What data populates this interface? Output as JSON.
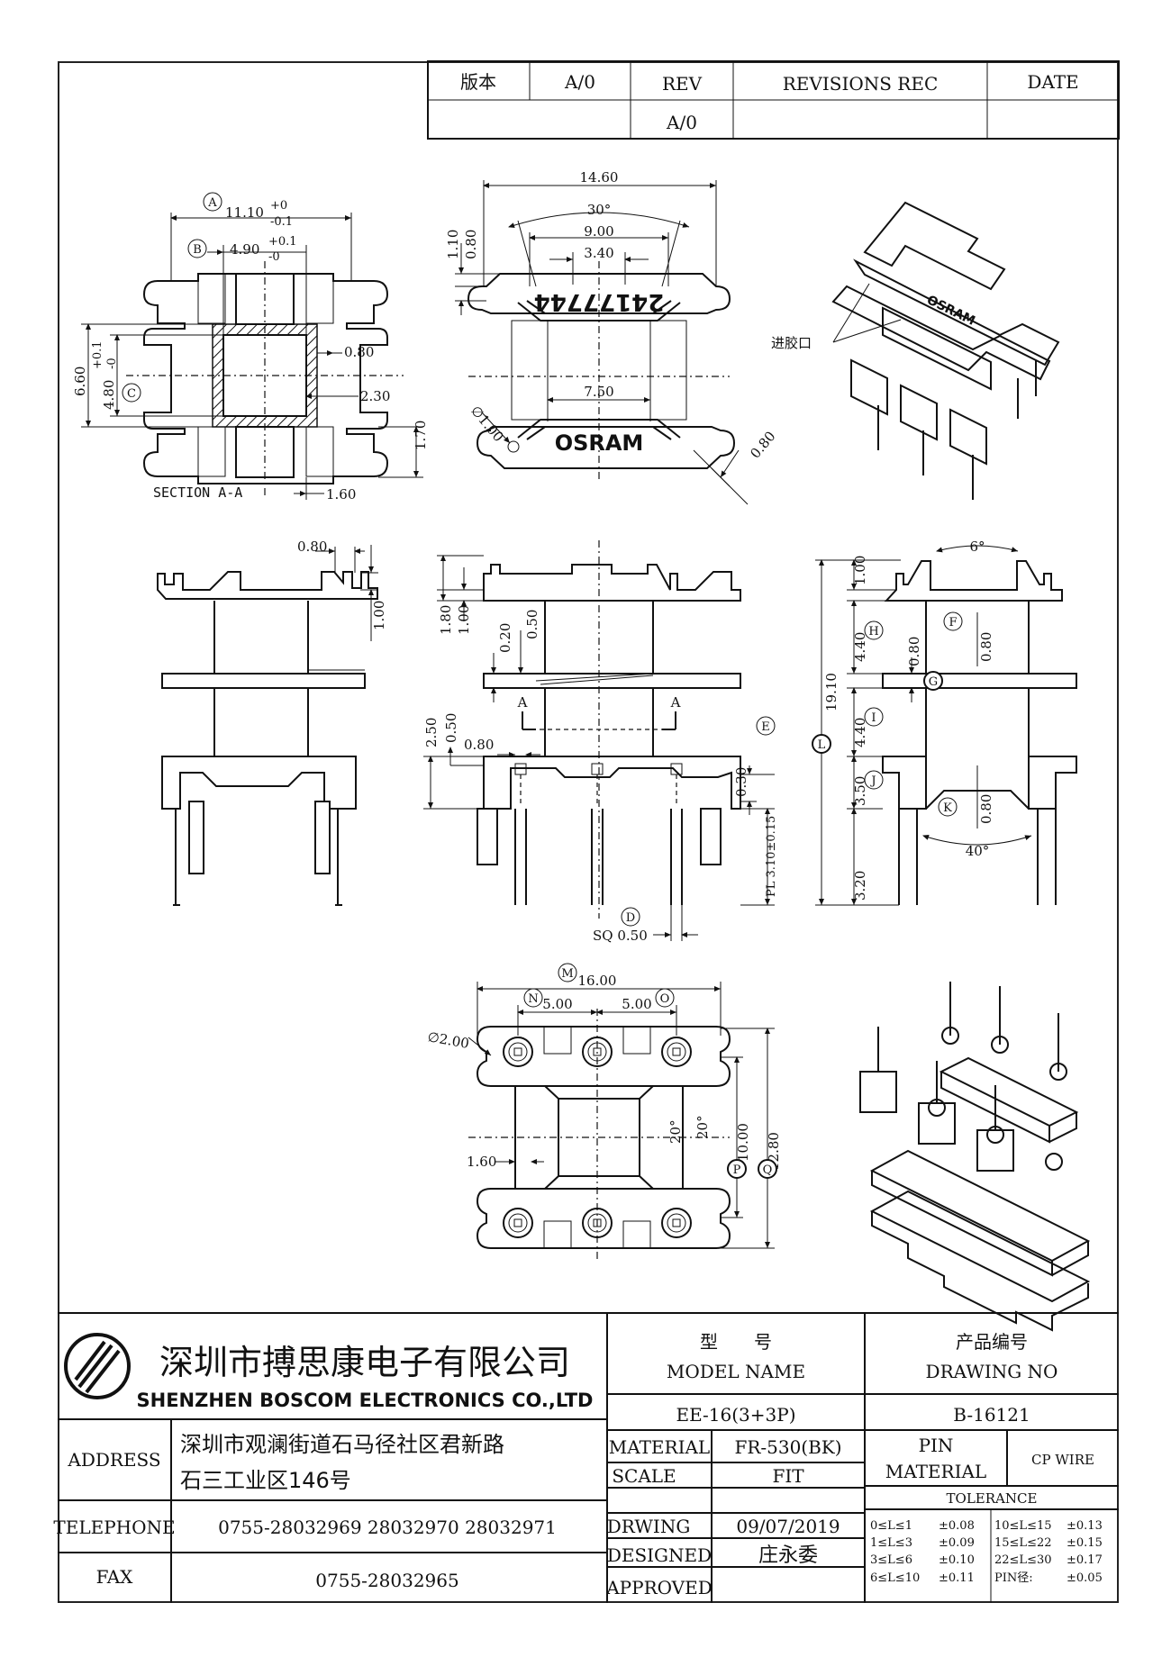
{
  "revision_block": {
    "version_label": "版本",
    "version_value": "A/0",
    "rev_label": "REV",
    "revisions_label": "REVISIONS REC",
    "date_label": "DATE",
    "rev_value": "A/0"
  },
  "views": {
    "section": {
      "label": "SECTION A-A",
      "dims": {
        "a": "11.10",
        "a_tol_top": "+0",
        "a_tol_bot": "-0.1",
        "b": "4.90",
        "b_tol_top": "+0.1",
        "b_tol_bot": "-0",
        "c": "4.80",
        "c_tol_top": "+0.1",
        "c_tol_bot": "-0",
        "w": "6.60",
        "wall": "0.80",
        "side": "2.30",
        "h": "1.70",
        "flange": "1.60"
      },
      "markers": {
        "a": "A",
        "b": "B",
        "c": "C"
      }
    },
    "top": {
      "dims": {
        "width": "14.60",
        "angle": "30°",
        "inner": "9.00",
        "slot": "3.40",
        "t1": "1.10",
        "t2": "0.80",
        "pin": "7.50",
        "hole": "∅1.00",
        "edge": "0.80"
      },
      "code": "24177744",
      "brand": "OSRAM"
    },
    "iso_top": {
      "callout": "进胶口"
    },
    "side_left": {
      "dims": {
        "top": "0.80",
        "step": "1.00"
      }
    },
    "front": {
      "dims": {
        "d1": "1.80",
        "d2": "1.00",
        "d3": "0.20",
        "d4": "0.50",
        "d5": "2.50",
        "d6": "0.50",
        "d7": "0.80",
        "pl": "PL 3.10±0.15",
        "d8": "0.30",
        "sq": "SQ 0.50"
      },
      "section_mark": "A",
      "markers": {
        "d": "D",
        "e": "E"
      }
    },
    "side_right": {
      "dims": {
        "angle_top": "6°",
        "top": "1.00",
        "f": "0.80",
        "g": "0.80",
        "h1": "4.40",
        "h2": "4.40",
        "total": "19.10",
        "h3": "3.50",
        "k": "0.80",
        "angle_bot": "40°",
        "pin": "3.20"
      },
      "markers": {
        "f": "F",
        "g": "G",
        "h": "H",
        "i": "I",
        "j": "J",
        "k": "K",
        "l": "L"
      }
    },
    "bottom": {
      "dims": {
        "width": "16.00",
        "pitch1": "5.00",
        "pitch2": "5.00",
        "hole": "∅2.00",
        "flange": "1.60",
        "ang1": "20°",
        "ang2": "20°",
        "d10": "10.00",
        "d12": "12.80"
      },
      "markers": {
        "m": "M",
        "n": "N",
        "o": "O",
        "p": "P",
        "q": "Q"
      }
    }
  },
  "title_block": {
    "company_cn": "深圳市搏思康电子有限公司",
    "company_en": "SHENZHEN BOSCOM ELECTRONICS CO.,LTD",
    "model_cn": "型　　号",
    "model_en": "MODEL NAME",
    "drawing_cn": "产品编号",
    "drawing_en": "DRAWING NO",
    "model_value": "EE-16(3+3P)",
    "drawing_value": "B-16121",
    "address_label": "ADDRESS",
    "address_line1": "深圳市观澜街道石马径社区君新路",
    "address_line2": "石三工业区146号",
    "telephone_label": "TELEPHONE",
    "telephone_value": "0755-28032969 28032970 28032971",
    "fax_label": "FAX",
    "fax_value": "0755-28032965",
    "material_label": "MATERIAL",
    "material_value": "FR-530(BK)",
    "scale_label": "SCALE",
    "scale_value": "FIT",
    "drawing_label": "DRWING",
    "drawing_date": "09/07/2019",
    "designed_label": "DESIGNED",
    "designed_value": "庄永委",
    "approved_label": "APPROVED",
    "approved_value": "",
    "pin_material_label1": "PIN",
    "pin_material_label2": "MATERIAL",
    "pin_material_value": "CP WIRE",
    "tolerance_label": "TOLERANCE",
    "tolerances": [
      [
        "0≤L≤1",
        "±0.08"
      ],
      [
        "1≤L≤3",
        "±0.09"
      ],
      [
        "3≤L≤6",
        "±0.10"
      ],
      [
        "6≤L≤10",
        "±0.11"
      ],
      [
        "10≤L≤15",
        "±0.13"
      ],
      [
        "15≤L≤22",
        "±0.15"
      ],
      [
        "22≤L≤30",
        "±0.17"
      ],
      [
        "PIN径:",
        "±0.05"
      ]
    ]
  }
}
